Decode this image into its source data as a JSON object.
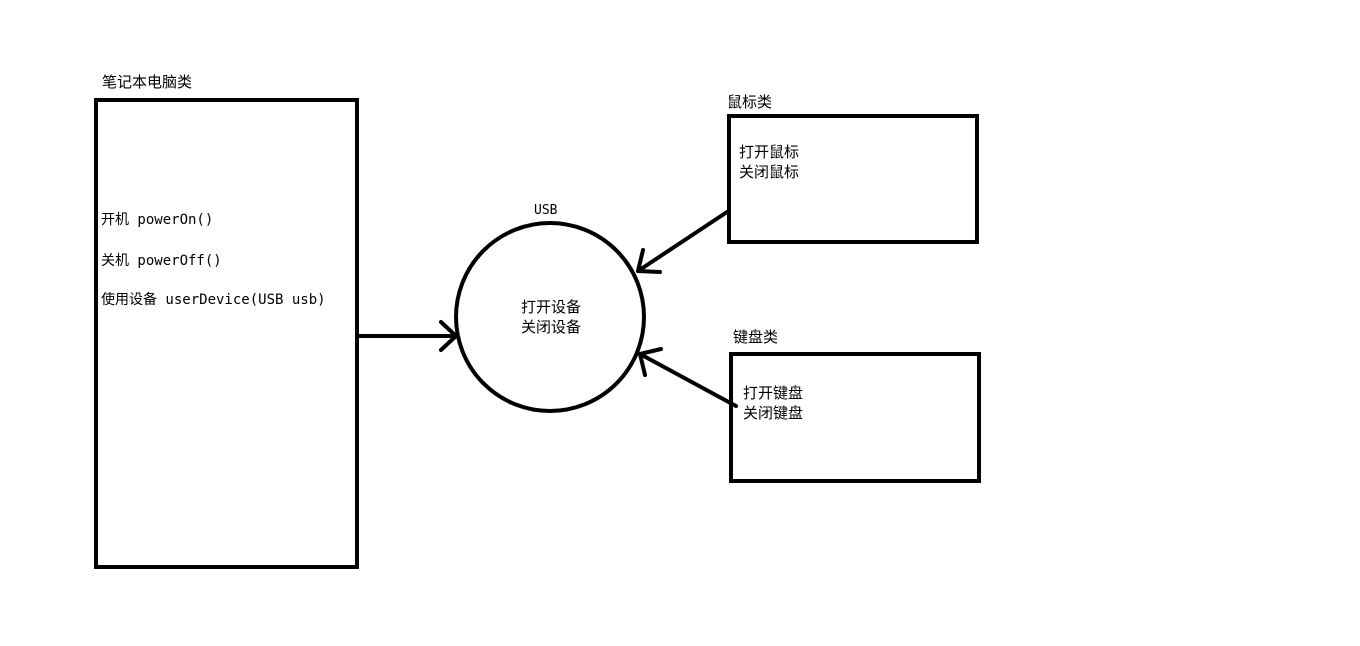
{
  "laptop": {
    "title": "笔记本电脑类",
    "methods": [
      "开机 powerOn()",
      "关机 powerOff()",
      "使用设备 userDevice(USB usb)"
    ]
  },
  "usb": {
    "title": "USB",
    "lines": [
      "打开设备",
      "关闭设备"
    ]
  },
  "mouse": {
    "title": "鼠标类",
    "lines": [
      "打开鼠标",
      "关闭鼠标"
    ]
  },
  "keyboard": {
    "title": "键盘类",
    "lines": [
      "打开键盘",
      "关闭键盘"
    ]
  }
}
